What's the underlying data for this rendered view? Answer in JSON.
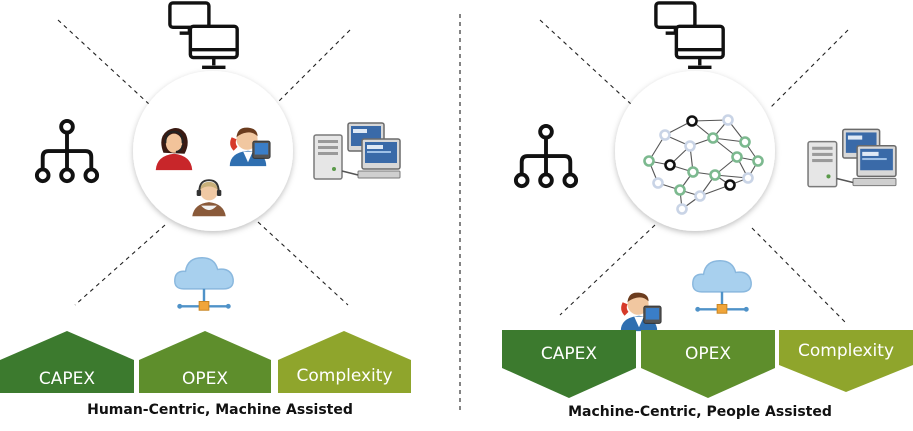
{
  "colors": {
    "capex": "#3c7a2e",
    "opex": "#5e8e2c",
    "complexity": "#8fa52c",
    "dash": "#222222",
    "cloud": "#a8d0ee",
    "icon": "#111111"
  },
  "left": {
    "caption": "Human-Centric, Machine Assisted",
    "capex": "CAPEX",
    "opex": "OPEX",
    "complexity": "Complexity"
  },
  "right": {
    "caption": "Machine-Centric, People Assisted",
    "capex": "CAPEX",
    "opex": "OPEX",
    "complexity": "Complexity"
  },
  "icons": {
    "hierarchy": "hierarchy-icon",
    "monitors": "dual-monitor-icon",
    "server": "server-workstation-icon",
    "cloud": "cloud-network-icon",
    "agents": "call-center-agents-icon",
    "network": "neural-network-icon"
  }
}
